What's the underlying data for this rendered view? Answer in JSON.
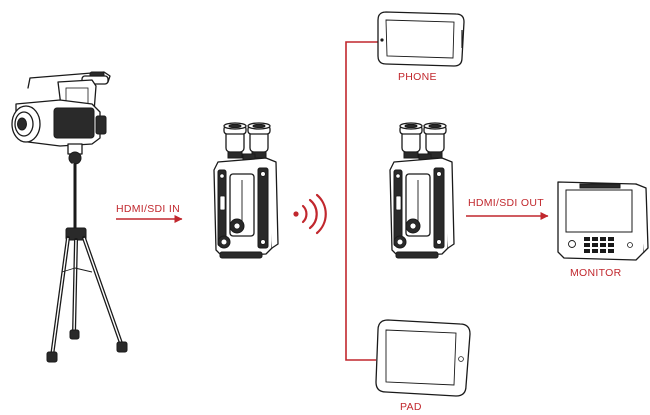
{
  "labels": {
    "input": "HDMI/SDI IN",
    "output": "HDMI/SDI OUT",
    "phone": "PHONE",
    "monitor": "MONITOR",
    "pad": "PAD"
  },
  "colors": {
    "accent": "#c1272d",
    "line": "#1a1a1a"
  },
  "icons": {
    "camera": "video-camera-icon",
    "tripod": "tripod-icon",
    "transmitter": "transmitter-unit-icon",
    "receiver": "receiver-unit-icon",
    "wireless": "wireless-signal-icon",
    "phone": "smartphone-icon",
    "monitor": "monitor-icon",
    "pad": "tablet-icon"
  }
}
